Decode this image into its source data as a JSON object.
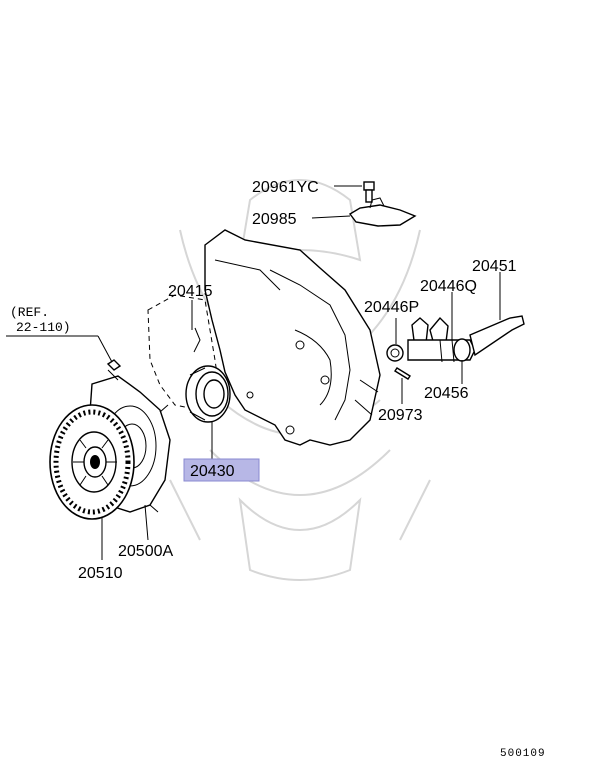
{
  "callouts": {
    "bolt": "20961YC",
    "bracket": "20985",
    "housing": "20415",
    "ref_label": "(REF.",
    "ref_number": "22-110)",
    "bearing": "20430",
    "disc": "20510",
    "cover": "20500A",
    "nut": "20446P",
    "fork_bushing": "20446Q",
    "fork": "20451",
    "shaft": "20456",
    "pin": "20973"
  },
  "highlight": {
    "part": "20430",
    "color": "#b7b7e6"
  },
  "diagram_code": "500109"
}
